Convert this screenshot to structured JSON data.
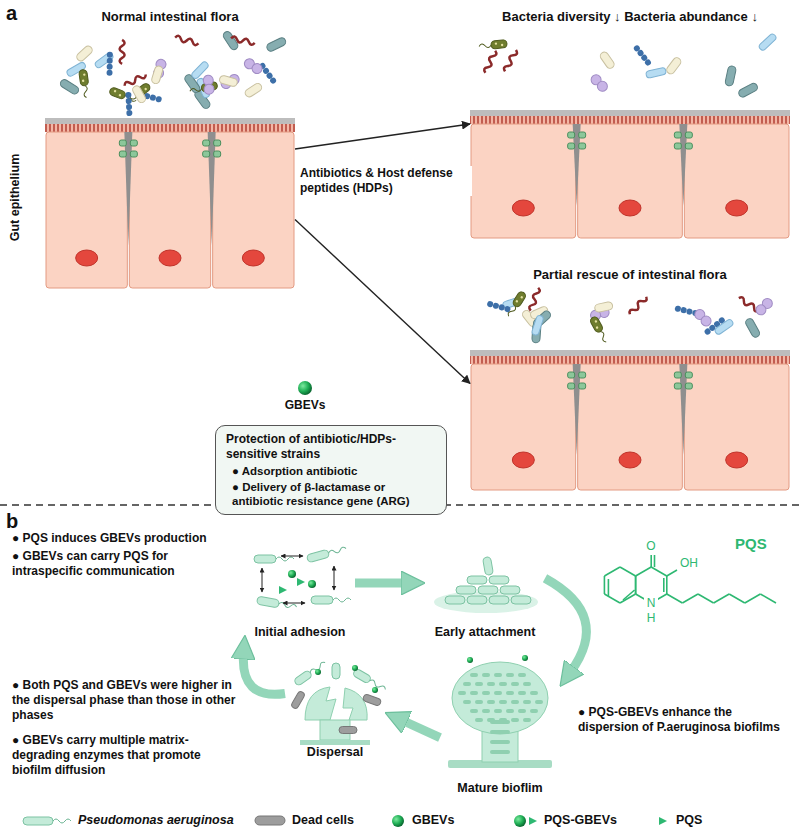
{
  "diagram": {
    "nodes": [
      {
        "text": [
          "Normal intestinal flora"
        ]
      },
      {
        "text": [
          "Bacteria diversity ↓ Bacteria abundance ↓"
        ]
      },
      {
        "text": [
          "Partial rescue of intestinal flora"
        ]
      },
      {
        "text": [
          "Protection of antibiotic/HDPs-sensitive strains",
          "● Adsorption antibiotic",
          "● Delivery of β-lactamase or antibiotic resistance gene (ARG)"
        ]
      },
      {
        "text": [
          "Initial adhesion"
        ]
      },
      {
        "text": [
          "Early attachment"
        ]
      },
      {
        "text": [
          "Mature bioflim"
        ]
      },
      {
        "text": [
          "Dispersal"
        ]
      }
    ],
    "edges": [
      {
        "from": 0,
        "to": 1,
        "arrow": "to",
        "label": "Antibiotics & Host defense peptides (HDPs)"
      },
      {
        "from": 0,
        "to": 2,
        "arrow": "to",
        "label": "GBEVs"
      },
      {
        "from": 4,
        "to": 5,
        "arrow": "to"
      },
      {
        "from": 5,
        "to": 6,
        "arrow": "to"
      },
      {
        "from": 6,
        "to": 7,
        "arrow": "to"
      },
      {
        "from": 7,
        "to": 4,
        "arrow": "to"
      }
    ],
    "labels": [
      "a",
      "Gut epithelium",
      "b",
      "● PQS induces GBEVs production",
      "● GBEVs can carry PQS for intraspecific communication",
      "PQS",
      "O",
      "OH",
      "N",
      "H",
      "● PQS-GBEVs enhance the dispersion of P.aeruginosa biofilms",
      "● Both PQS and GBEVs were higher in the dispersal phase than those in other phases",
      "● GBEVs carry multiple matrix-degrading enzymes that promote biofilm diffusion"
    ],
    "legend": [
      {
        "text": "Pseudomonas aeruginosa"
      },
      {
        "text": "Dead cells"
      },
      {
        "text": "GBEVs"
      },
      {
        "text": "PQS-GBEVs"
      },
      {
        "text": "PQS"
      }
    ]
  }
}
